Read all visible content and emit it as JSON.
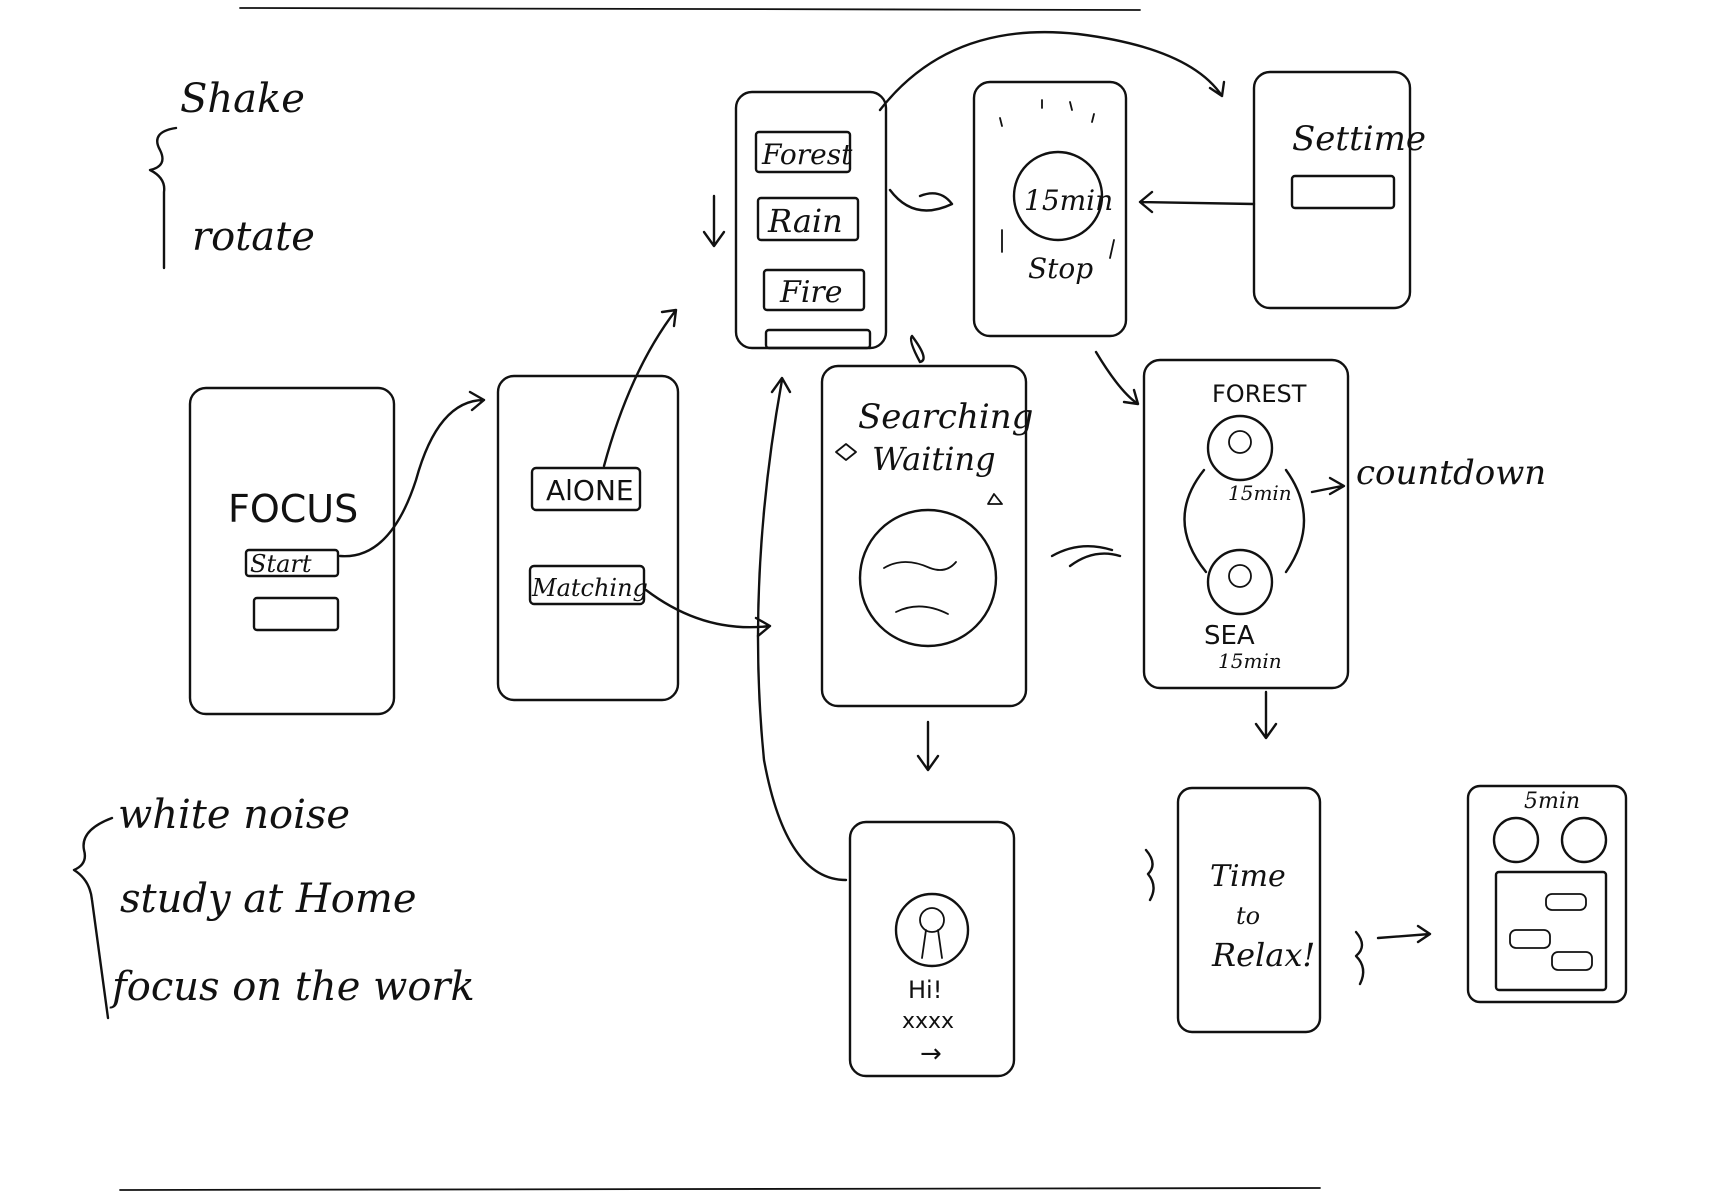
{
  "notes": {
    "interactions": [
      "Shake",
      "rotate"
    ],
    "concepts": [
      "white noise",
      "study at Home",
      "focus on the work"
    ]
  },
  "screens": {
    "focus": {
      "title": "FOCUS",
      "start": "Start"
    },
    "mode": {
      "alone": "AlONE",
      "matching": "Matching"
    },
    "sounds": {
      "options": [
        "Forest",
        "Rain",
        "Fire"
      ]
    },
    "timer": {
      "duration": "15min",
      "stop": "Stop"
    },
    "settime": {
      "title": "Settime"
    },
    "searching": {
      "line1": "Searching",
      "line2": "Waiting"
    },
    "greeting": {
      "hi": "Hi!",
      "name": "xxxx",
      "arrow": "→"
    },
    "paired": {
      "top_label": "FOREST",
      "top_time": "15min",
      "bottom_label": "SEA",
      "bottom_time": "15min",
      "annotation": "countdown"
    },
    "relax": {
      "line1": "Time",
      "line2": "to",
      "line3": "Relax!"
    },
    "chat": {
      "time": "5min"
    }
  }
}
